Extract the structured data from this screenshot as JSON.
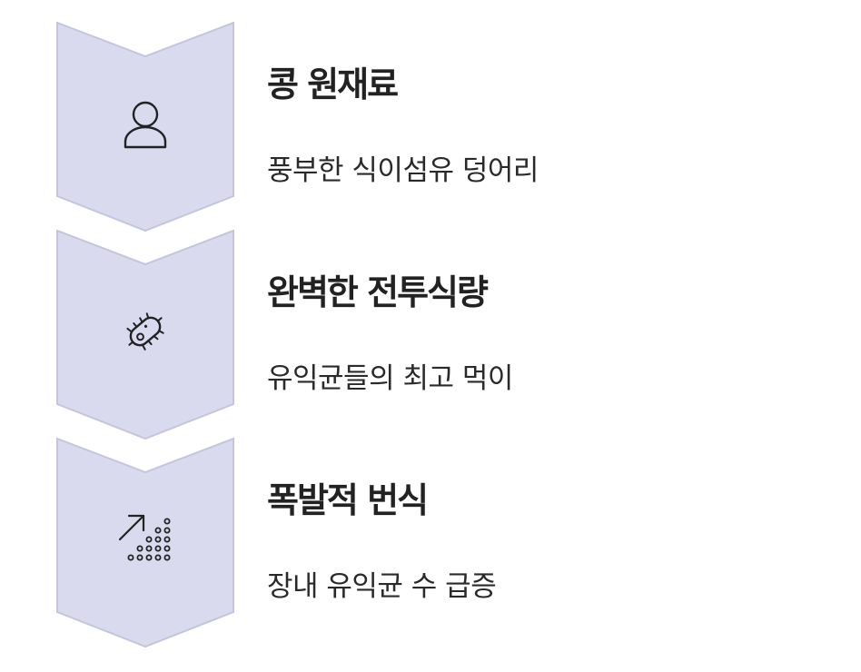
{
  "colors": {
    "chevron_fill": "#d9daee",
    "chevron_stroke": "#c3c5df",
    "icon_stroke": "#222222"
  },
  "steps": [
    {
      "title": "콩 원재료",
      "description": "풍부한 식이섬유 덩어리",
      "icon": "person-icon"
    },
    {
      "title": "완벽한 전투식량",
      "description": "유익균들의 최고 먹이",
      "icon": "bacteria-icon"
    },
    {
      "title": "폭발적 번식",
      "description": "장내 유익균 수 급증",
      "icon": "growth-dots-icon"
    }
  ]
}
